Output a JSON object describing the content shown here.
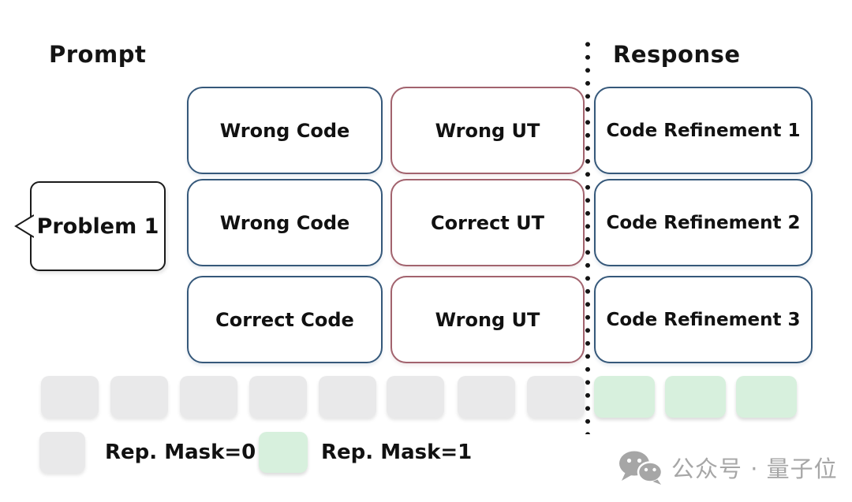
{
  "labels": {
    "prompt": "Prompt",
    "response": "Response"
  },
  "problem": {
    "text": "Problem 1"
  },
  "grid": {
    "rows": [
      {
        "code": "Wrong Code",
        "ut": "Wrong UT",
        "refinement": "Code Refinement 1"
      },
      {
        "code": "Wrong Code",
        "ut": "Correct UT",
        "refinement": "Code Refinement 2"
      },
      {
        "code": "Correct Code",
        "ut": "Wrong UT",
        "refinement": "Code Refinement 3"
      }
    ]
  },
  "mask_row": {
    "prompt_tokens_mask0": 8,
    "response_tokens_mask1": 3
  },
  "legend": {
    "mask0": "Rep. Mask=0",
    "mask1": "Rep. Mask=1"
  },
  "watermark": {
    "icon": "wechat-icon",
    "text": "公众号 · 量子位"
  },
  "colors": {
    "code_border": "#35587a",
    "ut_border": "#a2636e",
    "mask0_fill": "#e9e9ea",
    "mask1_fill": "#d7f0dd",
    "divider_dot": "#151515"
  }
}
